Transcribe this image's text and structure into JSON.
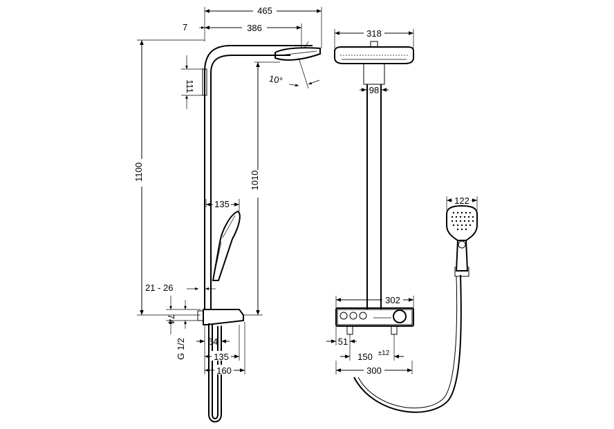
{
  "side_view": {
    "overall_width": "465",
    "offset": "7",
    "arm_length": "386",
    "tilt_angle": "10°",
    "bracket_height": "111",
    "total_height": "1100",
    "head_height": "1010",
    "handshower_width": "135",
    "wall_distance": "21 - 26",
    "inlet_height": "74",
    "thread": "G 1/2",
    "spout_offset": "64",
    "body_width": "135",
    "body_depth": "160"
  },
  "front_view": {
    "head_width": "318",
    "arm_width": "98",
    "thermostat_width": "302",
    "inlet_offset": "51",
    "inlet_spacing": "150",
    "inlet_tolerance": "±12",
    "rail_length": "300"
  },
  "handshower": {
    "head_width": "122"
  }
}
